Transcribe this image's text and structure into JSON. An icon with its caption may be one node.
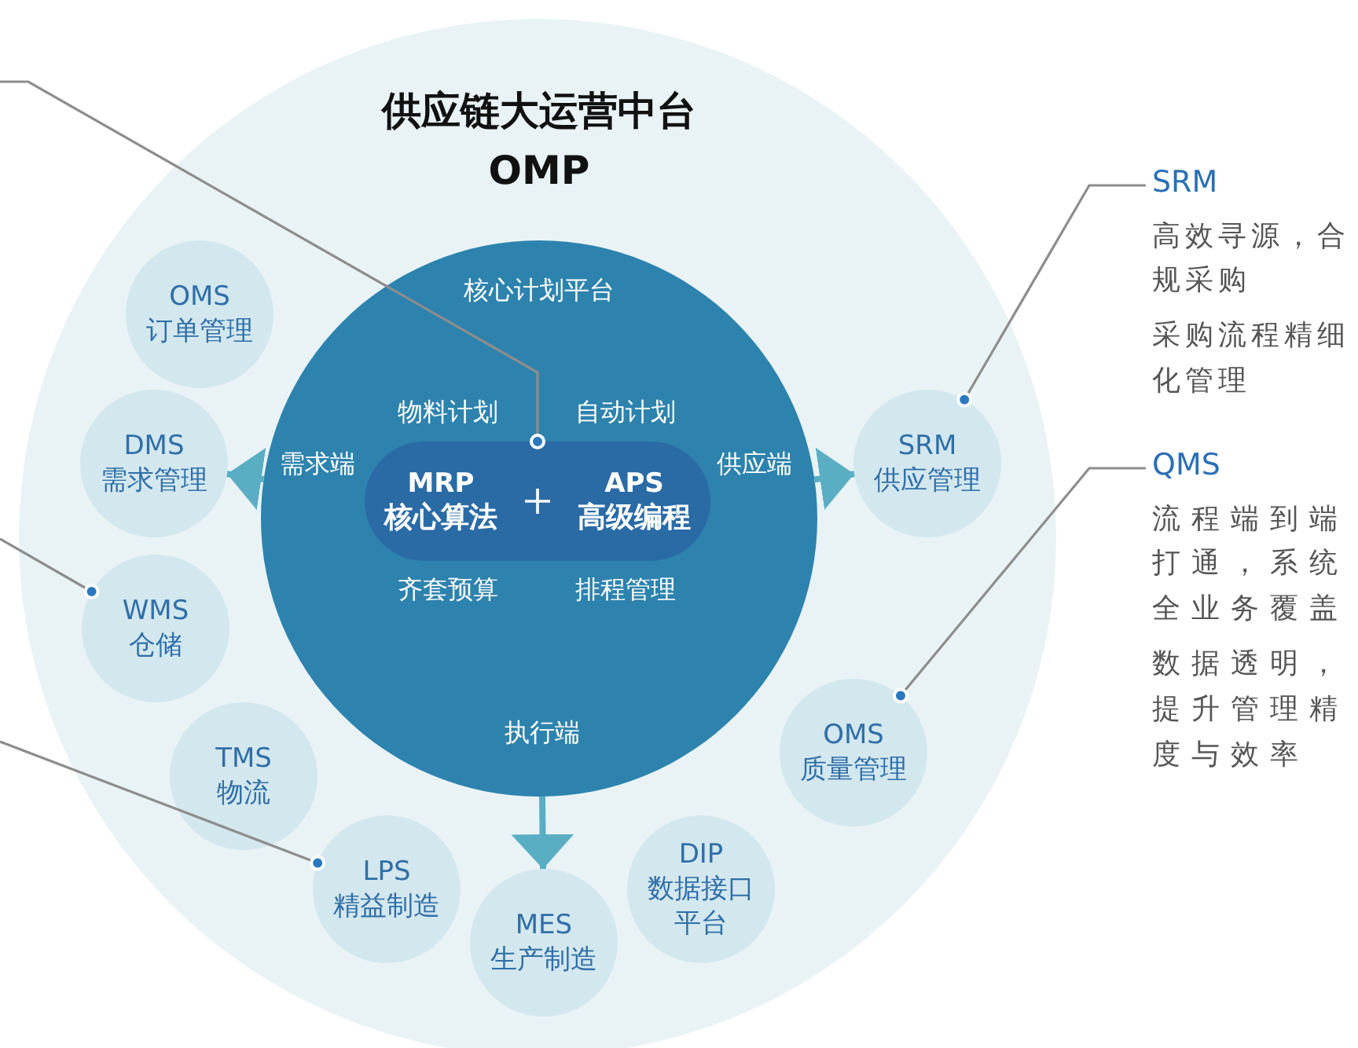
{
  "diagram": {
    "title": "供应链大运营中台 OMP",
    "nodes": [
      {
        "text": [],
        "shape": "circle"
      },
      {
        "text": [
          "核心计划平台"
        ],
        "in": 0
      },
      {
        "text": [
          "MRP",
          "核心算法",
          "APS",
          "高级编程"
        ],
        "in": 1
      },
      {
        "text": [
          "OMS",
          "订单管理"
        ],
        "in": 0
      },
      {
        "text": [
          "DMS",
          "需求管理"
        ],
        "in": 0
      },
      {
        "text": [
          "WMS",
          "仓储"
        ],
        "in": 0
      },
      {
        "text": [
          "TMS",
          "物流"
        ],
        "in": 0
      },
      {
        "text": [
          "LPS",
          "精益制造"
        ],
        "in": 0
      },
      {
        "text": [
          "MES",
          "生产制造"
        ],
        "in": 0
      },
      {
        "text": [
          "DIP",
          "数据接口平台"
        ],
        "in": 0
      },
      {
        "text": [
          "SRM",
          "供应管理"
        ],
        "in": 0
      },
      {
        "text": [
          "OMS",
          "质量管理"
        ],
        "in": 0
      },
      {
        "text": [
          "SRM",
          "高效寻源，合规采购",
          "采购流程精细化管理"
        ]
      },
      {
        "text": [
          "QMS",
          "流程端到端打通，系统全业务覆盖",
          "数据透明，提升管理精度与效率"
        ]
      }
    ],
    "edges": [
      {
        "from": null,
        "to": 2,
        "arrow": "other"
      },
      {
        "from": null,
        "to": 5,
        "arrow": "other"
      },
      {
        "from": null,
        "to": 7,
        "arrow": "other"
      },
      {
        "from": 12,
        "to": 10,
        "arrow": "other"
      },
      {
        "from": 13,
        "to": 11,
        "arrow": "other"
      },
      {
        "from": 1,
        "to": 4,
        "arrow": "to",
        "style": "thick",
        "color": "#5aaec4"
      },
      {
        "from": 1,
        "to": 10,
        "arrow": "to",
        "style": "thick",
        "color": "#5aaec4"
      },
      {
        "from": 1,
        "to": 8,
        "arrow": "to",
        "style": "thick",
        "color": "#5aaec4"
      }
    ],
    "labels": [
      "物料计划",
      "自动计划",
      "需求端",
      "供应端",
      "齐套预算",
      "排程管理",
      "执行端"
    ]
  }
}
